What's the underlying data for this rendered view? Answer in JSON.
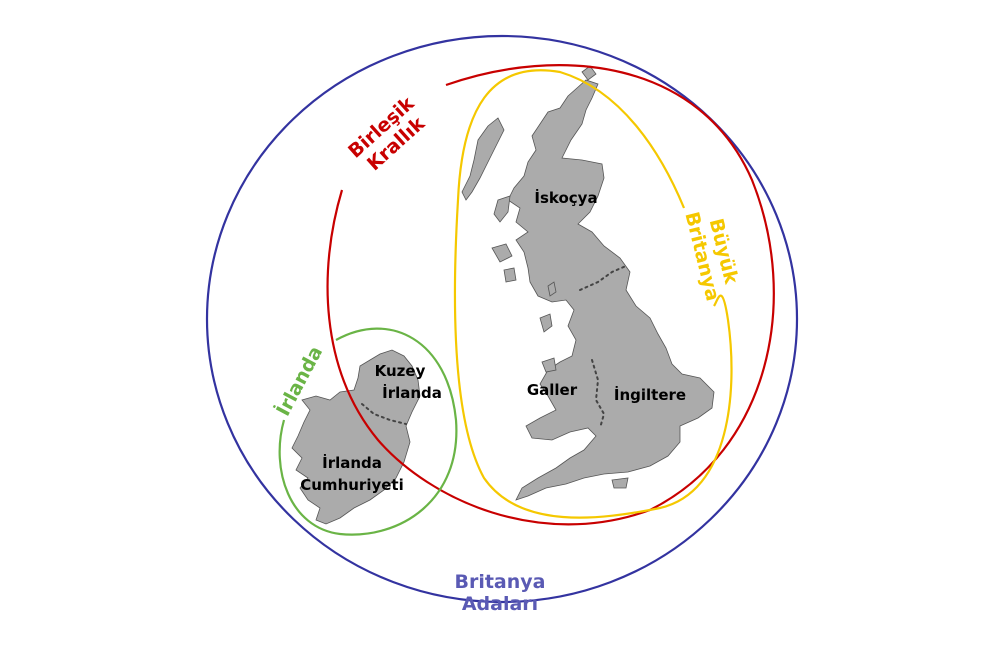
{
  "sets": {
    "british_isles": {
      "label_line1": "Britanya",
      "label_line2": "Adaları",
      "color": "#3333a0",
      "label_color": "#5a5ab4"
    },
    "united_kingdom": {
      "label_line1": "Birleşik",
      "label_line2": "Krallık",
      "color": "#c80000"
    },
    "great_britain": {
      "label_line1": "Büyük",
      "label_line2": "Britanya",
      "color": "#f5c800"
    },
    "ireland_island": {
      "label": "İrlanda",
      "color": "#6ab446"
    }
  },
  "regions": {
    "scotland": "İskoçya",
    "england": "İngiltere",
    "wales": "Galler",
    "northern_ireland_line1": "Kuzey",
    "northern_ireland_line2": "İrlanda",
    "republic_line1": "İrlanda",
    "republic_line2": "Cumhuriyeti"
  },
  "land_color": "#ababab"
}
